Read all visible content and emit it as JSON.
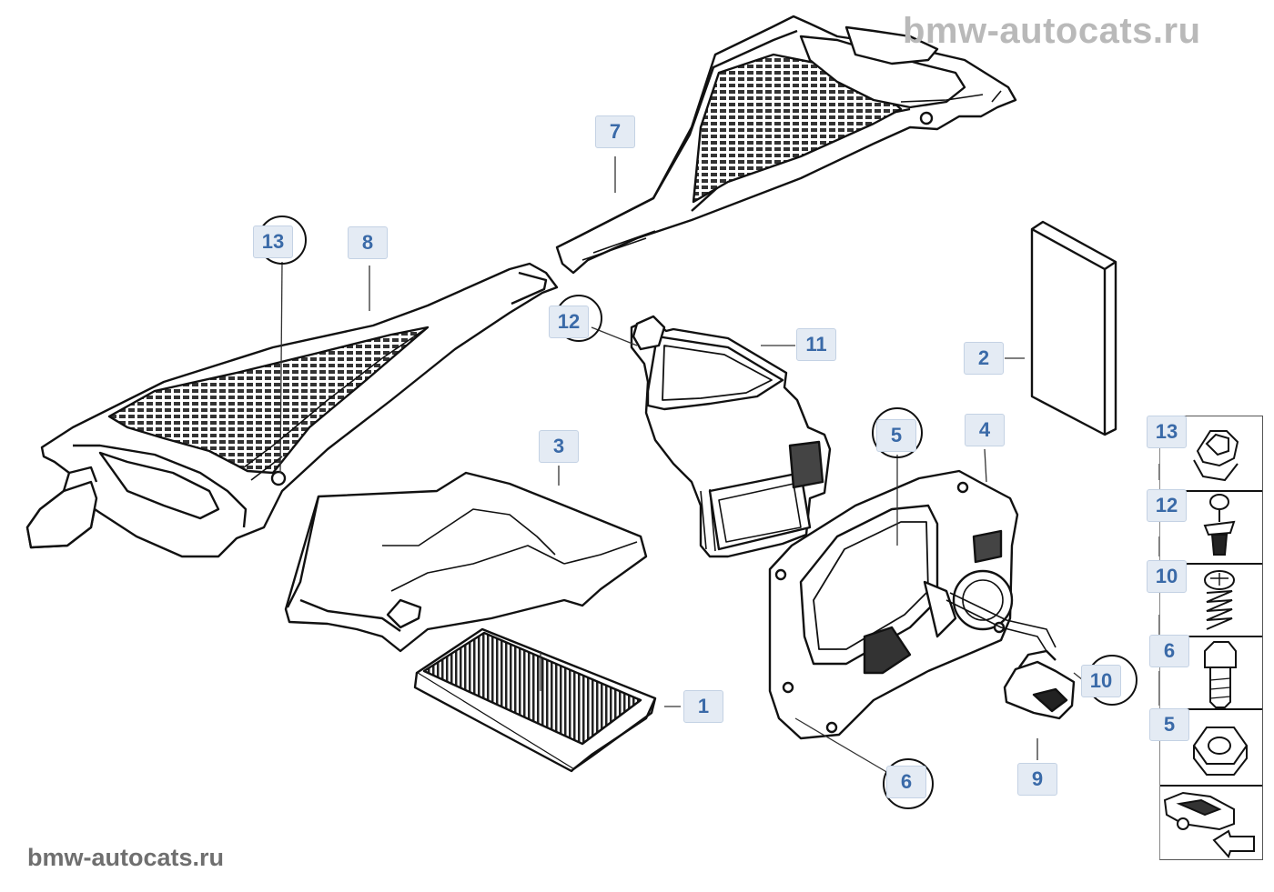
{
  "watermarks": {
    "top": "bmw-autocats.ru",
    "bottom": "bmw-autocats.ru"
  },
  "callouts": [
    {
      "id": "c1",
      "label": "1"
    },
    {
      "id": "c2",
      "label": "2"
    },
    {
      "id": "c3",
      "label": "3"
    },
    {
      "id": "c4",
      "label": "4"
    },
    {
      "id": "c5",
      "label": "5"
    },
    {
      "id": "c6",
      "label": "6"
    },
    {
      "id": "c7",
      "label": "7"
    },
    {
      "id": "c8",
      "label": "8"
    },
    {
      "id": "c9",
      "label": "9"
    },
    {
      "id": "c10",
      "label": "10"
    },
    {
      "id": "c11",
      "label": "11"
    },
    {
      "id": "c12",
      "label": "12"
    },
    {
      "id": "c13",
      "label": "13"
    }
  ],
  "side_panel": [
    {
      "label": "13",
      "icon": "clip-nut-icon"
    },
    {
      "label": "12",
      "icon": "expanding-rivet-icon"
    },
    {
      "label": "10",
      "icon": "spring-screw-icon"
    },
    {
      "label": "6",
      "icon": "hex-bolt-icon"
    },
    {
      "label": "5",
      "icon": "hex-nut-icon"
    }
  ],
  "colors": {
    "callout_text": "#3a6aa8",
    "callout_bg": "#e4ebf4",
    "line_art": "#111111",
    "watermark_top": "#b9b9b9",
    "watermark_bottom": "#6f6f6f"
  }
}
